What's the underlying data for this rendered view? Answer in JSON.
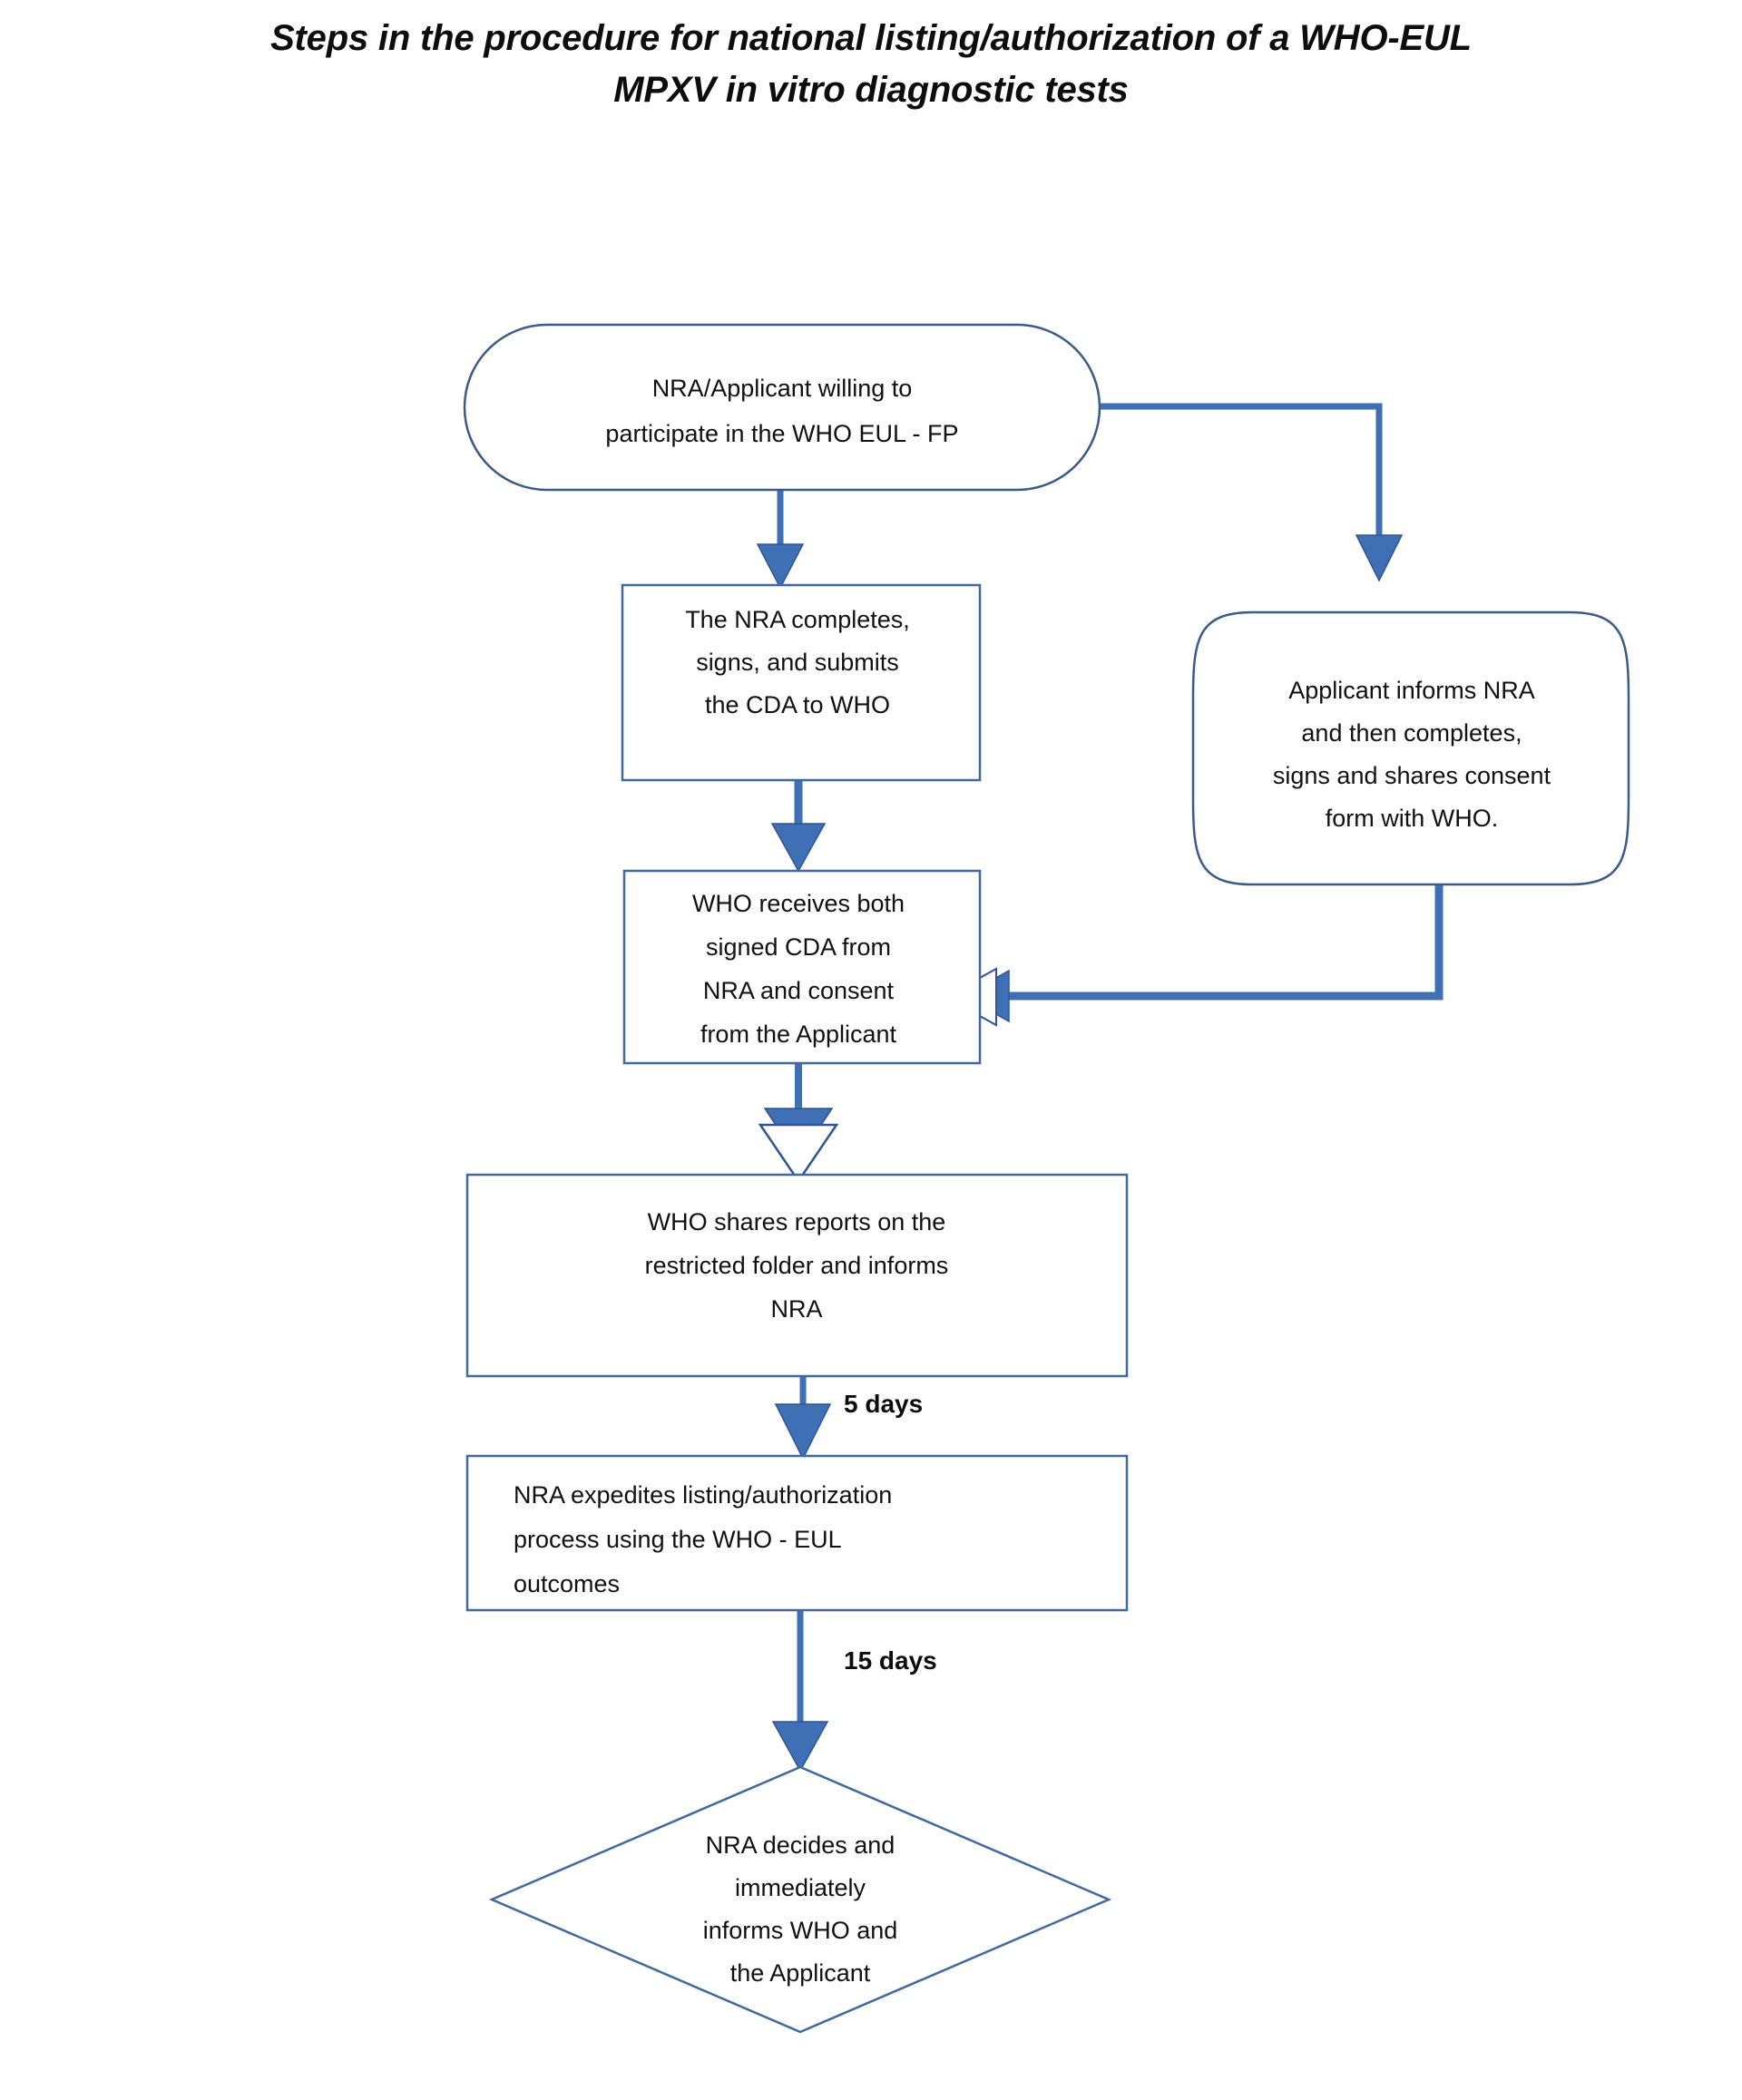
{
  "title": {
    "line1": "Steps in the procedure for national listing/authorization of a WHO-EUL",
    "line2": "MPXV in vitro diagnostic tests"
  },
  "colors": {
    "node_stroke": "#41699b",
    "node_stroke_dark": "#3a5a87",
    "node_fill": "#ffffff",
    "arrow_fill": "#3f6fb5",
    "arrow_stroke": "#2f5597",
    "text": "#111111",
    "background": "#ffffff"
  },
  "chart_data": {
    "type": "flowchart",
    "title": "Steps in the procedure for national listing/authorization of a WHO-EUL MPXV in vitro diagnostic tests",
    "orientation": "top-to-bottom",
    "nodes": [
      {
        "id": "start",
        "shape": "stadium",
        "lines": [
          "NRA/Applicant willing to",
          "participate in the WHO EUL - FP"
        ],
        "align": "center"
      },
      {
        "id": "nra-cda",
        "shape": "rectangle",
        "lines": [
          "The NRA completes,",
          "signs, and submits",
          "the CDA to WHO"
        ],
        "align": "center"
      },
      {
        "id": "applicant-consent",
        "shape": "rounded-barrel",
        "lines": [
          "Applicant informs NRA",
          "and then completes,",
          "signs and shares consent",
          "form with  WHO."
        ],
        "align": "center"
      },
      {
        "id": "who-receives",
        "shape": "rectangle",
        "lines": [
          "WHO receives both",
          "signed CDA from",
          "NRA and consent",
          "from the Applicant"
        ],
        "align": "center"
      },
      {
        "id": "who-shares",
        "shape": "rectangle",
        "lines": [
          "WHO shares reports on the",
          "restricted folder and informs",
          "NRA"
        ],
        "align": "center"
      },
      {
        "id": "nra-expedites",
        "shape": "rectangle",
        "lines": [
          "NRA expedites listing/authorization",
          "process using the WHO - EUL",
          "outcomes"
        ],
        "align": "left"
      },
      {
        "id": "nra-decides",
        "shape": "diamond",
        "lines": [
          "NRA decides and",
          "immediately",
          "informs WHO and",
          "the Applicant"
        ],
        "align": "center"
      }
    ],
    "edges": [
      {
        "from": "start",
        "to": "nra-cda",
        "label": "",
        "style": "straight-down",
        "arrowhead": "solid"
      },
      {
        "from": "start",
        "to": "applicant-consent",
        "label": "",
        "style": "elbow-right-down",
        "arrowhead": "solid"
      },
      {
        "from": "nra-cda",
        "to": "who-receives",
        "label": "",
        "style": "straight-down",
        "arrowhead": "solid"
      },
      {
        "from": "applicant-consent",
        "to": "who-receives",
        "label": "",
        "style": "elbow-down-left",
        "arrowhead": "hollow-left"
      },
      {
        "from": "who-receives",
        "to": "who-shares",
        "label": "",
        "style": "straight-down",
        "arrowhead": "layered"
      },
      {
        "from": "who-shares",
        "to": "nra-expedites",
        "label": "5 days",
        "style": "straight-down",
        "arrowhead": "solid"
      },
      {
        "from": "nra-expedites",
        "to": "nra-decides",
        "label": "15 days",
        "style": "straight-down",
        "arrowhead": "solid"
      }
    ],
    "edge_labels": [
      "5 days",
      "15 days"
    ]
  },
  "nodes": {
    "start": {
      "line1": "NRA/Applicant willing to",
      "line2": "participate in the WHO EUL - FP"
    },
    "nra_cda": {
      "line1": "The NRA completes,",
      "line2": "signs, and submits",
      "line3": "the CDA to WHO"
    },
    "applicant_consent": {
      "line1": "Applicant informs NRA",
      "line2": "and then completes,",
      "line3": "signs and shares consent",
      "line4": "form with  WHO."
    },
    "who_receives": {
      "line1": "WHO receives both",
      "line2": "signed CDA from",
      "line3": "NRA and consent",
      "line4": "from the Applicant"
    },
    "who_shares": {
      "line1": "WHO shares reports on the",
      "line2": "restricted folder and informs",
      "line3": "NRA"
    },
    "nra_expedites": {
      "line1": "NRA expedites listing/authorization",
      "line2": "process using the WHO - EUL",
      "line3": "outcomes"
    },
    "nra_decides": {
      "line1": "NRA decides and",
      "line2": "immediately",
      "line3": "informs WHO and",
      "line4": "the Applicant"
    }
  },
  "labels": {
    "five_days": "5 days",
    "fifteen_days": "15 days"
  }
}
